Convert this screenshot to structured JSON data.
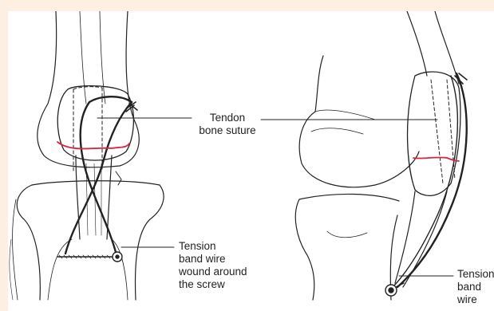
{
  "colors": {
    "background": "#fdf0e3",
    "panel": "#ffffff",
    "line": "#222222",
    "suture_mark": "#d7263d"
  },
  "labels": {
    "tendon_bone_suture": [
      "Tendon",
      "bone suture"
    ],
    "tension_band_screw": [
      "Tension",
      "band wire",
      "wound around",
      "the screw"
    ],
    "tension_band_wire": [
      "Tension",
      "band",
      "wire"
    ]
  }
}
